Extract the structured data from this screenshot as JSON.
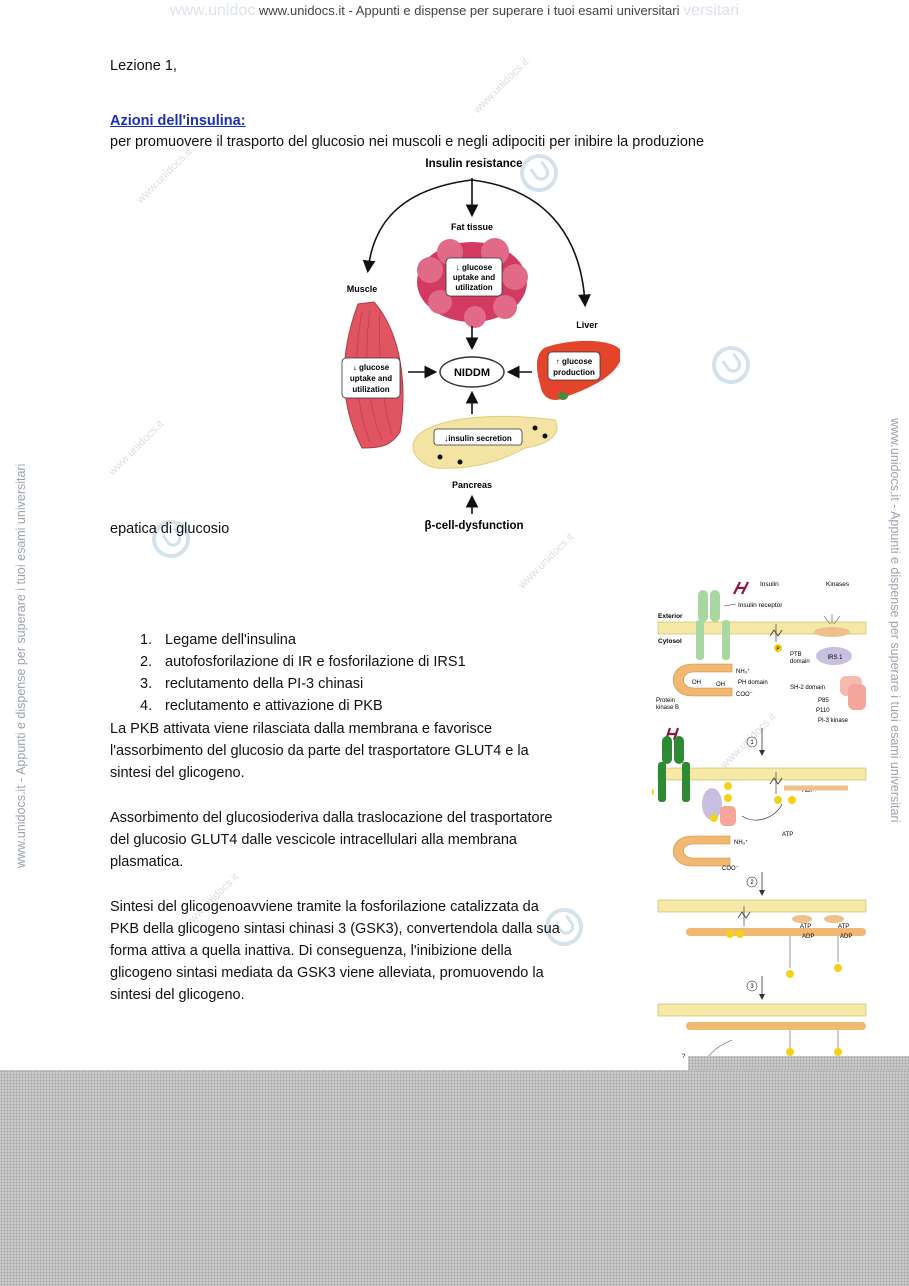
{
  "header": {
    "ghost_left": "www.unidoc",
    "watermark": "www.unidocs.it - Appunti e dispense per superare i tuoi esami universitari",
    "ghost_right": "versitari"
  },
  "side_watermark_left": "www.unidocs.it - Appunti e dispense per superare i tuoi esami universitari",
  "side_watermark_right": "www.unidocs.it - Appunti e dispense per superare i tuoi esami universitari",
  "diag_watermark": "www.unidocs.it",
  "doc": {
    "lesson": "Lezione 1,",
    "section_title": "Azioni dell'insulina:",
    "intro_line": "per promuovere il trasporto del glucosio nei muscoli e negli adipociti per inibire la produzione",
    "intro_cont": "epatica di glucosio",
    "steps": [
      {
        "num": "1.",
        "text": "Legame dell'insulina"
      },
      {
        "num": "2.",
        "text": "autofosforilazione di IR e fosforilazione di IRS1"
      },
      {
        "num": "3.",
        "text": "reclutamento della PI-3 chinasi"
      },
      {
        "num": "4.",
        "text": "reclutamento e attivazione di PKB"
      }
    ],
    "para1": [
      "La PKB attivata viene rilasciata dalla membrana e favorisce",
      "l'assorbimento del glucosio da parte del trasportatore GLUT4 e la",
      "sintesi del glicogeno."
    ],
    "para2": [
      "Assorbimento del glucosioderiva dalla traslocazione del trasportatore",
      "del glucosio GLUT4 dalle vescicole intracellulari alla membrana",
      "plasmatica."
    ],
    "para3": [
      "Sintesi del glicogenoavviene tramite la fosforilazione catalizzata da",
      "PKB della glicogeno sintasi chinasi 3 (GSK3), convertendola dalla sua",
      "forma attiva a quella inattiva. Di conseguenza, l'inibizione della",
      "glicogeno sintasi mediata da GSK3 viene alleviata, promuovendo la",
      "sintesi del glicogeno."
    ]
  },
  "diagram1": {
    "top": "Insulin resistance",
    "fat": "Fat tissue",
    "fat_box": [
      "↓ glucose",
      "uptake and",
      "utilization"
    ],
    "muscle": "Muscle",
    "muscle_box": [
      "↓ glucose",
      "uptake and",
      "utilization"
    ],
    "liver": "Liver",
    "liver_box": [
      "↑ glucose",
      "production"
    ],
    "center": "NIDDM",
    "pancreas_box": "↓insulin secretion",
    "pancreas": "Pancreas",
    "bottom": "β-cell-dysfunction"
  },
  "diagram2": {
    "insulin": "Insulin",
    "receptor": "Insulin receptor",
    "exterior": "Exterior",
    "cytosol": "Cytosol",
    "kinase": "Kinases",
    "ptb": [
      "PTB",
      "domain"
    ],
    "irs1": "IRS 1",
    "pkb": [
      "Protein",
      "kinase B"
    ],
    "oh1": "OH",
    "oh2": "OH",
    "nh3": "NH₃⁺",
    "ph": "PH domain",
    "coo": "COO⁻",
    "sh2": "SH-2 domain",
    "p85": "P85",
    "p110": "P110",
    "pi3k": "PI-3 kinase",
    "step1": "1",
    "step2": "2",
    "step3": "3",
    "atp": "ATP",
    "adp": "ADP",
    "p": "P",
    "q": "?"
  },
  "colors": {
    "link": "#1a2fc0",
    "fat": "#d23a62",
    "muscle": "#e05561",
    "liver": "#e2452b",
    "pancreas": "#f4e4a4",
    "membrane": "#f6e9a8",
    "receptor_light": "#a9d7a2",
    "receptor_dark": "#2f8a35",
    "kinase": "#f0c08a",
    "phosphate": "#f4d21a"
  }
}
